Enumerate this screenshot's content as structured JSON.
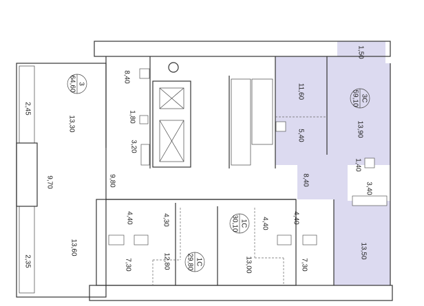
{
  "colors": {
    "highlight": "#dcdaf0",
    "walls": "#333333"
  },
  "apartments": [
    {
      "number": "3",
      "area": "64,60"
    },
    {
      "number": "3С",
      "area": "59,10"
    },
    {
      "number": "1С",
      "area": "30,10"
    },
    {
      "number": "1С",
      "area": "29,80"
    }
  ],
  "rooms": {
    "a3_loggia": "2,45",
    "a3_room": "13,30",
    "a3_kitchen": "8,40",
    "a3_wc": "1,80",
    "a3_bath": "3,20",
    "a3_hall": "9,80",
    "a3_room2": "9,70",
    "a3_room3": "13,60",
    "a3_loggia2": "2,35",
    "c3_room": "11,60",
    "c3_kitchen": "5,40",
    "c3_balcony": "1,50",
    "c3_living": "13,90",
    "c3_wc": "1,40",
    "c3_hall": "8,40",
    "c3_bath": "3,40",
    "c3_room2": "13,50",
    "l1_bath": "4,40",
    "l1_hall": "4,30",
    "l1_kitchen": "7,30",
    "l1_room": "12,80",
    "r1_hall": "4,40",
    "r1_bath": "4,40",
    "r1_room": "13,00",
    "r1_kitchen": "7,30"
  }
}
